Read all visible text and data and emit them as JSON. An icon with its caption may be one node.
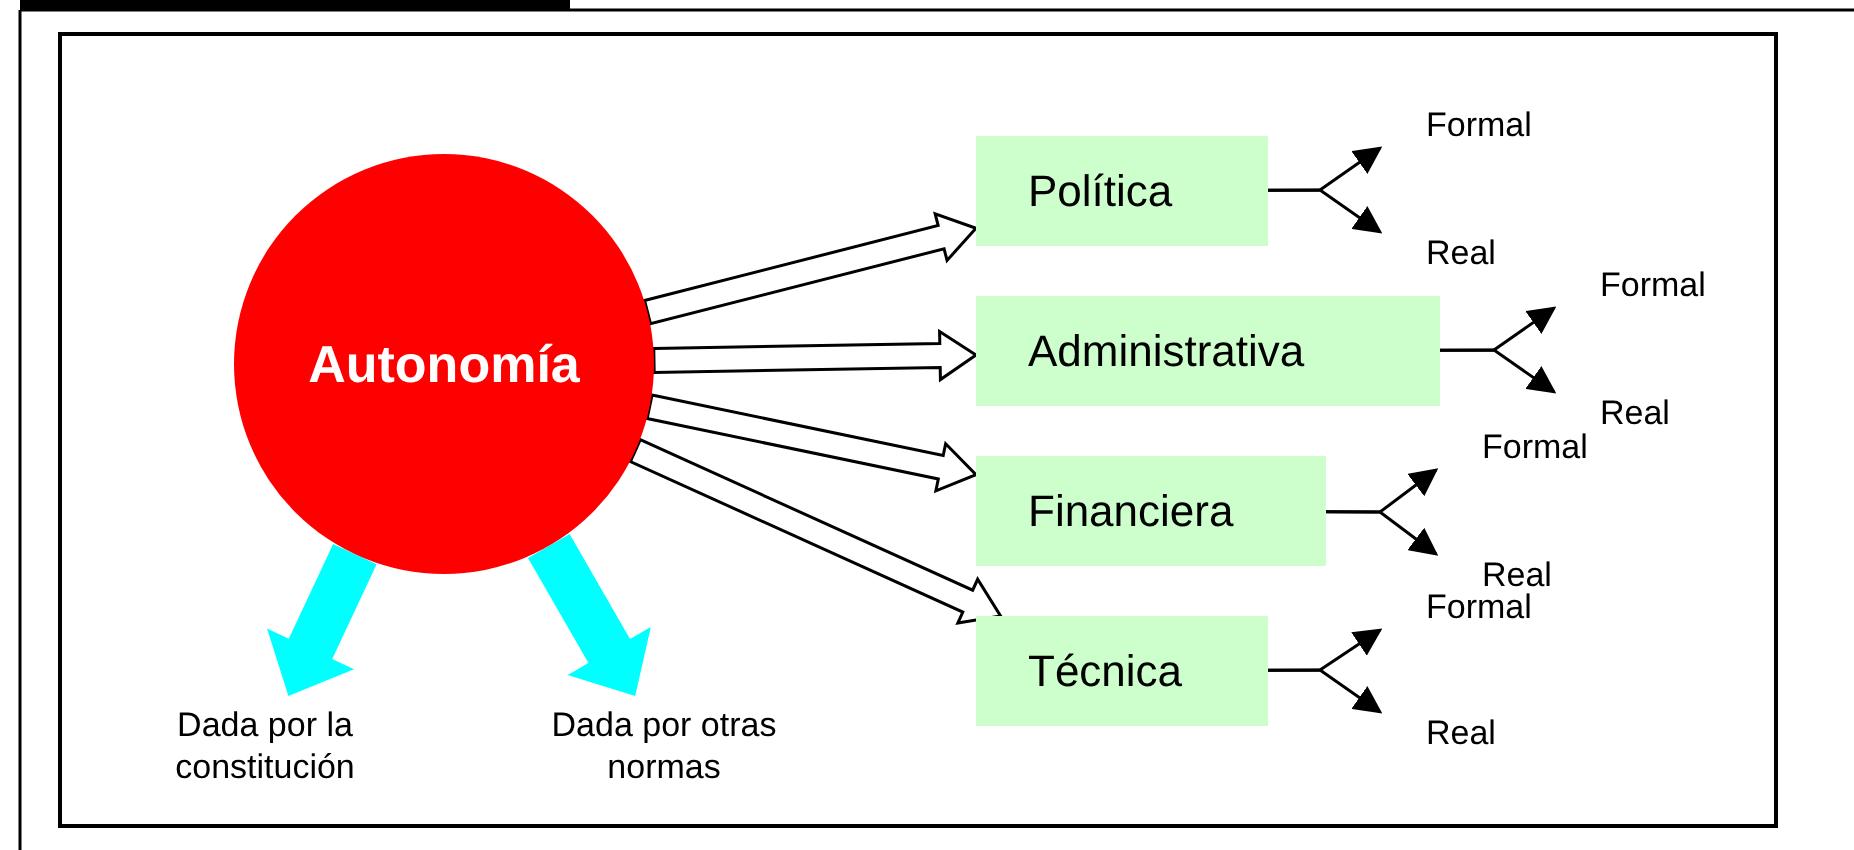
{
  "diagram": {
    "nodes": [
      {
        "text": [
          "Autonomía"
        ]
      },
      {
        "text": [
          "Dada por la constitución"
        ]
      },
      {
        "text": [
          "Dada por otras normas"
        ]
      },
      {
        "text": [
          "Política"
        ]
      },
      {
        "text": [
          "Administrativa"
        ]
      },
      {
        "text": [
          "Financiera"
        ]
      },
      {
        "text": [
          "Técnica"
        ]
      },
      {
        "text": [
          "Formal"
        ]
      },
      {
        "text": [
          "Real"
        ]
      },
      {
        "text": [
          "Formal"
        ]
      },
      {
        "text": [
          "Real"
        ]
      },
      {
        "text": [
          "Formal"
        ]
      },
      {
        "text": [
          "Real"
        ]
      },
      {
        "text": [
          "Formal"
        ]
      },
      {
        "text": [
          "Real"
        ]
      }
    ],
    "edges": [
      {
        "from": 0,
        "to": 1,
        "arrow": "to",
        "style": "thick",
        "color": "#00ffff"
      },
      {
        "from": 0,
        "to": 2,
        "arrow": "to",
        "style": "thick",
        "color": "#00ffff"
      },
      {
        "from": 0,
        "to": 3,
        "arrow": "to",
        "style": "thick"
      },
      {
        "from": 0,
        "to": 4,
        "arrow": "to",
        "style": "thick"
      },
      {
        "from": 0,
        "to": 5,
        "arrow": "to",
        "style": "thick"
      },
      {
        "from": 0,
        "to": 6,
        "arrow": "to",
        "style": "thick"
      },
      {
        "from": 3,
        "to": 7,
        "arrow": "to"
      },
      {
        "from": 3,
        "to": 8,
        "arrow": "to"
      },
      {
        "from": 4,
        "to": 9,
        "arrow": "to"
      },
      {
        "from": 4,
        "to": 10,
        "arrow": "to"
      },
      {
        "from": 5,
        "to": 11,
        "arrow": "to"
      },
      {
        "from": 5,
        "to": 12,
        "arrow": "to"
      },
      {
        "from": 6,
        "to": 13,
        "arrow": "to"
      },
      {
        "from": 6,
        "to": 14,
        "arrow": "to"
      }
    ]
  }
}
